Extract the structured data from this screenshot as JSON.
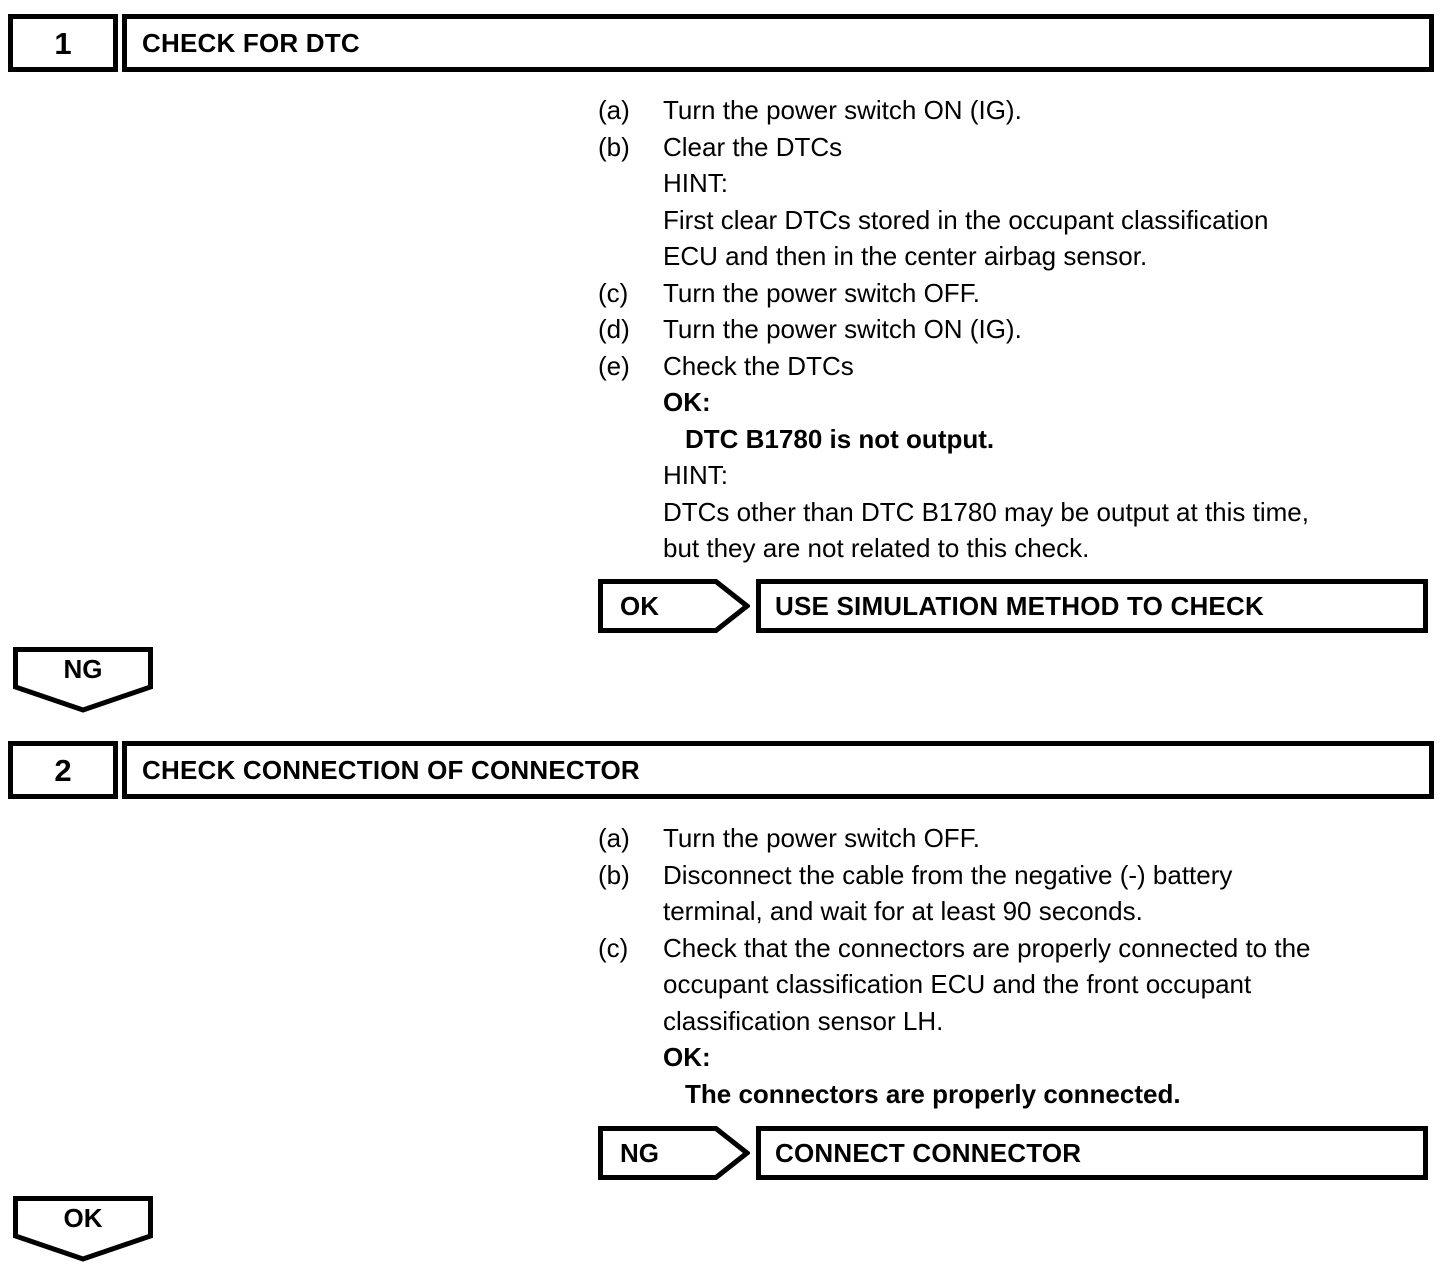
{
  "document": {
    "type": "diagnostic-troubleshooting-flowchart"
  },
  "steps": [
    {
      "number": "1",
      "title": "CHECK FOR DTC",
      "procedures": [
        {
          "marker": "(a)",
          "lines": [
            {
              "text": "Turn the power switch ON (IG).",
              "bold": false,
              "indent": false
            }
          ]
        },
        {
          "marker": "(b)",
          "lines": [
            {
              "text": "Clear the DTCs",
              "bold": false,
              "indent": false
            },
            {
              "text": "HINT:",
              "bold": false,
              "indent": false
            },
            {
              "text": "First clear DTCs stored in the occupant classification",
              "bold": false,
              "indent": false
            },
            {
              "text": "ECU and then in the center airbag sensor.",
              "bold": false,
              "indent": false
            }
          ]
        },
        {
          "marker": "(c)",
          "lines": [
            {
              "text": "Turn the power switch OFF.",
              "bold": false,
              "indent": false
            }
          ]
        },
        {
          "marker": "(d)",
          "lines": [
            {
              "text": "Turn the power switch ON (IG).",
              "bold": false,
              "indent": false
            }
          ]
        },
        {
          "marker": "(e)",
          "lines": [
            {
              "text": "Check the DTCs",
              "bold": false,
              "indent": false
            },
            {
              "text": "OK:",
              "bold": true,
              "indent": false
            },
            {
              "text": "DTC B1780 is not output.",
              "bold": true,
              "indent": true
            },
            {
              "text": "HINT:",
              "bold": false,
              "indent": false
            },
            {
              "text": "DTCs other than DTC B1780 may be output at this time,",
              "bold": false,
              "indent": false
            },
            {
              "text": "but they are not related to this check.",
              "bold": false,
              "indent": false
            }
          ]
        }
      ],
      "result": {
        "arrow_label": "OK",
        "box_text": "USE SIMULATION METHOD TO CHECK"
      },
      "flow_connector": "NG"
    },
    {
      "number": "2",
      "title": "CHECK CONNECTION OF CONNECTOR",
      "procedures": [
        {
          "marker": "(a)",
          "lines": [
            {
              "text": "Turn the power switch OFF.",
              "bold": false,
              "indent": false
            }
          ]
        },
        {
          "marker": "(b)",
          "lines": [
            {
              "text": "Disconnect the cable from the negative (-) battery",
              "bold": false,
              "indent": false
            },
            {
              "text": "terminal, and wait for at least 90 seconds.",
              "bold": false,
              "indent": false
            }
          ]
        },
        {
          "marker": "(c)",
          "lines": [
            {
              "text": "Check that the connectors are properly connected to the",
              "bold": false,
              "indent": false
            },
            {
              "text": "occupant classification ECU and the front occupant",
              "bold": false,
              "indent": false
            },
            {
              "text": "classification sensor LH.",
              "bold": false,
              "indent": false
            },
            {
              "text": "OK:",
              "bold": true,
              "indent": false
            },
            {
              "text": "The connectors are properly connected.",
              "bold": true,
              "indent": true
            }
          ]
        }
      ],
      "result": {
        "arrow_label": "NG",
        "box_text": "CONNECT CONNECTOR"
      },
      "flow_connector": "OK"
    }
  ],
  "colors": {
    "ink": "#000000",
    "paper": "#ffffff"
  }
}
